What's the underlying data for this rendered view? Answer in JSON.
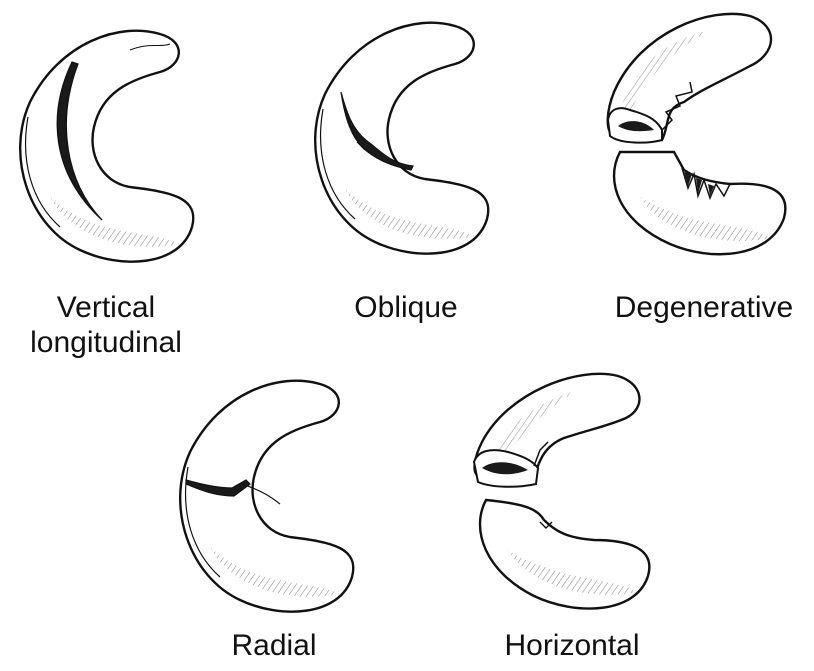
{
  "figure": {
    "panels": [
      {
        "id": "vertical-longitudinal",
        "label_lines": [
          "Vertical",
          "longitudinal"
        ]
      },
      {
        "id": "oblique",
        "label_lines": [
          "Oblique"
        ]
      },
      {
        "id": "degenerative",
        "label_lines": [
          "Degenerative"
        ]
      },
      {
        "id": "radial",
        "label_lines": [
          "Radial"
        ]
      },
      {
        "id": "horizontal",
        "label_lines": [
          "Horizontal"
        ]
      }
    ]
  },
  "colors": {
    "ink": "#111111",
    "paper": "#ffffff",
    "tear": "#1a1a1a"
  }
}
